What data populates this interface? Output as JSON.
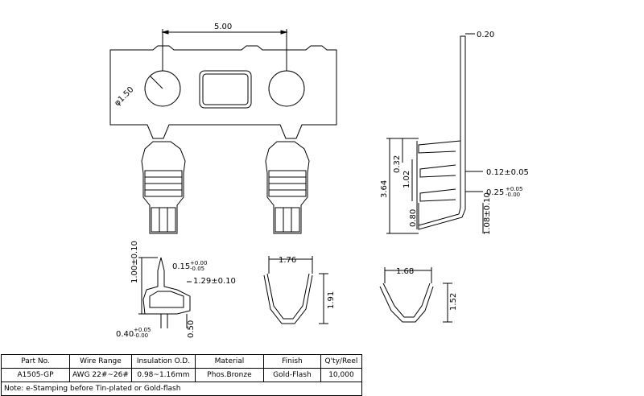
{
  "dimensions": {
    "pitch": "5.00",
    "hole_diameter": "φ1.50",
    "thickness": "0.20",
    "overall_height": "3.64",
    "upper_span": "0.32",
    "inner_span": "1.02",
    "lower_span": "0.80",
    "lower_height": "1.08±0.10",
    "gap_a": "0.12±0.05",
    "gap_b_base": "0.25",
    "gap_b_plus": "+0.05",
    "gap_b_minus": "-0.00",
    "detail_height": "1.00±0.10",
    "detail_top_base": "0.15",
    "detail_top_plus": "+0.00",
    "detail_top_minus": "-0.05",
    "detail_width": "1.29±0.10",
    "detail_pin_base": "0.40",
    "detail_pin_plus": "+0.05",
    "detail_pin_minus": "-0.00",
    "detail_pin_height": "0.50",
    "u1_width": "1.76",
    "u1_height": "1.91",
    "u2_width": "1.68",
    "u2_height": "1.52"
  },
  "table": {
    "headers": [
      "Part No.",
      "Wire Range",
      "Insulation O.D.",
      "Material",
      "Finish",
      "Q'ty/Reel"
    ],
    "row": [
      "A1505-GP",
      "AWG 22#~26#",
      "0.98~1.16mm",
      "Phos.Bronze",
      "Gold-Flash",
      "10,000"
    ],
    "note": "Note: e-Stamping before Tin-plated or Gold-flash"
  }
}
